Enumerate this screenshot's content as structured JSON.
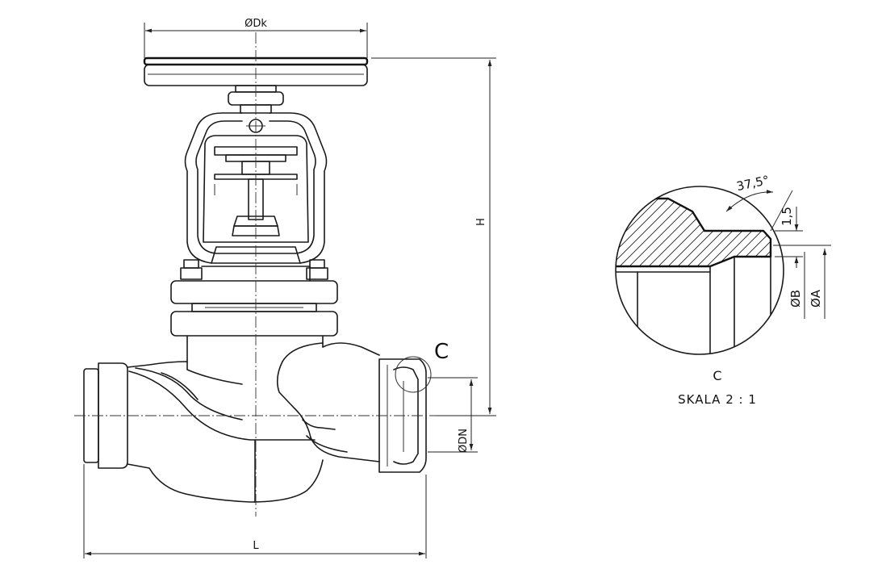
{
  "main_view": {
    "dim_dk": "ØDk",
    "dim_h": "H",
    "dim_dn": "ØDN",
    "dim_l": "L",
    "detail_marker": "C"
  },
  "detail_view": {
    "angle": "37,5°",
    "dim_thickness": "1,5",
    "dim_b": "ØB",
    "dim_a": "ØA",
    "label": "C",
    "scale": "SKALA 2 : 1"
  },
  "colors": {
    "line": "#1a1a1a",
    "background": "#ffffff"
  }
}
